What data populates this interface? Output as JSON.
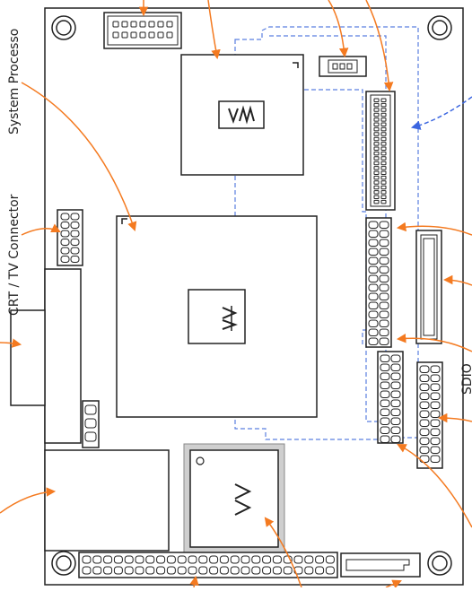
{
  "labels": {
    "system_processor": "System Processo",
    "crt_connector": "CRT / TV Connector",
    "right_fragment": "SDIO"
  },
  "colors": {
    "board_stroke": "#222222",
    "arrow_orange": "#f47a20",
    "arrow_blue": "#3b66e0",
    "dashed_blue": "#5a7fe0",
    "pin_fill": "#ffffff",
    "shadow_gray": "#cfcfcf"
  },
  "icons": {
    "chip_logo": "via-logo-icon"
  }
}
